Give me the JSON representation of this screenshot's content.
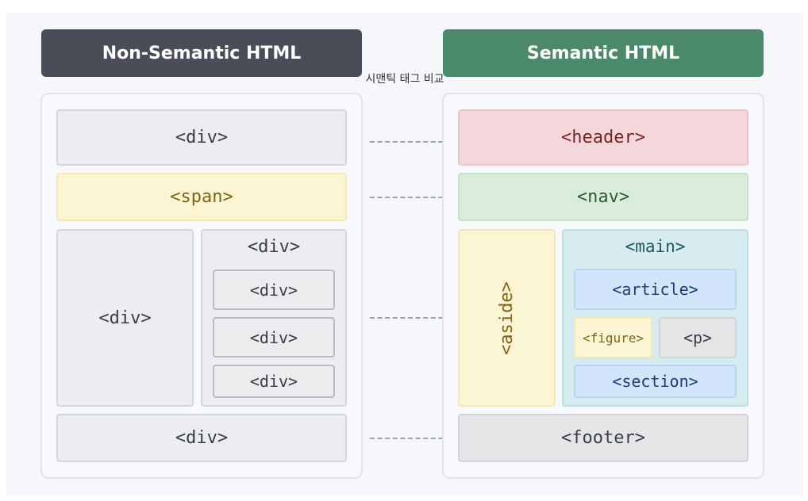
{
  "title": "시맨틱 태그 비교",
  "left_header": "Non-Semantic HTML",
  "right_header": "Semantic HTML",
  "left": {
    "top": "<div>",
    "span": "<span>",
    "sidebar": "<div>",
    "container": "<div>",
    "inner": [
      "<div>",
      "<div>",
      "<div>"
    ],
    "footer": "<div>"
  },
  "right": {
    "header": "<header>",
    "nav": "<nav>",
    "aside": "<aside>",
    "main": "<main>",
    "article": "<article>",
    "figure": "<figure>",
    "p": "<p>",
    "section": "<section>",
    "footer": "<footer>"
  },
  "colors": {
    "left_header_bg": "#4a4d57",
    "right_header_bg": "#4a8a6a",
    "header_tag": "#f4d7da",
    "nav_tag": "#daeddc",
    "aside_tag": "#fcf5d3",
    "main_tag": "#d6ebef",
    "article_section_tag": "#d2e5fb",
    "footer_tag": "#e4e5e7"
  }
}
